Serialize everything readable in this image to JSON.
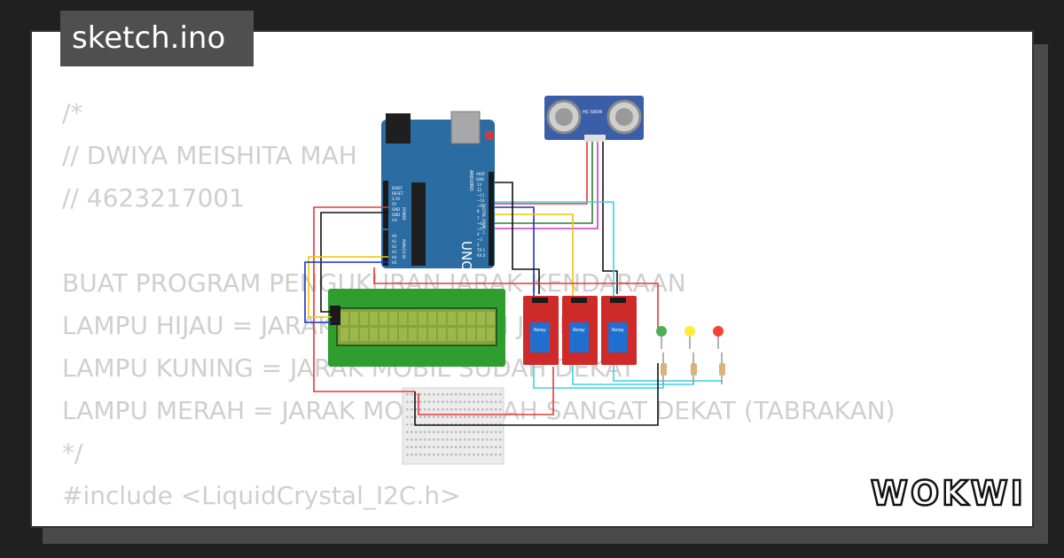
{
  "file_tab": {
    "name": "sketch.ino"
  },
  "code": {
    "lines": [
      "/*",
      "// DWIYA MEISHITA MAH",
      "// 4623217001",
      "",
      "BUAT PROGRAM PENGUKURAN JARAK KENDARAAN",
      "LAMPU HIJAU = JARAK MOBIL MASIH JAUH",
      "LAMPU KUNING = JARAK MOBIL SUDAH DEKAT",
      "LAMPU MERAH = JARAK MOBIL SUDAH SANGAT DEKAT (TABRAKAN)",
      "*/",
      "#include <LiquidCrystal_I2C.h>"
    ]
  },
  "diagram": {
    "arduino": {
      "brand": "UNO",
      "sub_brand": "ARDUINO",
      "pin_aref": "AREF",
      "pin_gnd": "GND",
      "power_pins": [
        "IOREF",
        "RESET",
        "3.3V",
        "5V",
        "GND",
        "GND",
        "Vin"
      ],
      "analog_pins": [
        "A0",
        "A1",
        "A2",
        "A3",
        "A4",
        "A5"
      ],
      "digital_pins": [
        "13",
        "12",
        "~11",
        "~10",
        "~9",
        "8",
        "7",
        "~6",
        "~5",
        "4",
        "~3",
        "2",
        "TX 1",
        "RX 0"
      ],
      "power_label": "POWER",
      "analog_label": "ANALOG IN",
      "digital_label": "DIGITAL (PWM ~)"
    },
    "ultrasonic": {
      "label": "HC-SR04"
    },
    "relays": [
      {
        "label": "Relay"
      },
      {
        "label": "Relay"
      },
      {
        "label": "Relay"
      }
    ],
    "leds": [
      {
        "color": "#4caf50"
      },
      {
        "color": "#ffeb3b"
      },
      {
        "color": "#f44336"
      }
    ],
    "colors": {
      "board": "#2b6ca3",
      "relay": "#cf2a2a",
      "lcd_screen": "#87a33a",
      "lcd_frame": "#2f9e2f",
      "sensor": "#3a5fa8"
    }
  },
  "brand": {
    "logo_text": "WOKWI"
  }
}
